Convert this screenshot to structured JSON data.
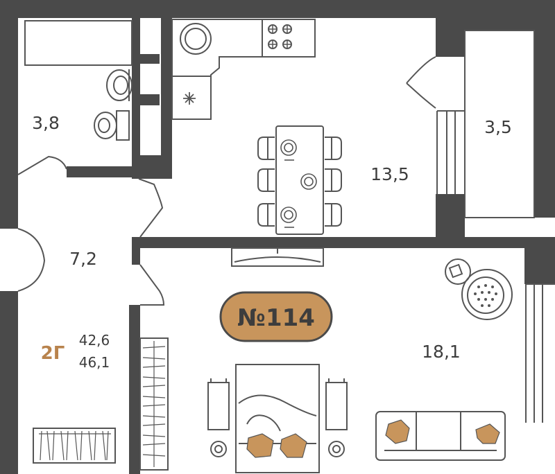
{
  "plan": {
    "apartment_number": "№114",
    "type_label": "2Г",
    "area_living": "42,6",
    "area_total": "46,1",
    "rooms": [
      {
        "id": "bathroom",
        "area": "3,8"
      },
      {
        "id": "balcony",
        "area": "3,5"
      },
      {
        "id": "kitchen",
        "area": "13,5"
      },
      {
        "id": "hall",
        "area": "7,2"
      },
      {
        "id": "bedroom",
        "area": "18,1"
      }
    ]
  },
  "colors": {
    "wall": "#4a4a4a",
    "line": "#555555",
    "accent": "#b8834d",
    "badge_fill": "#c8955c",
    "pillow": "#c8955c",
    "background": "#ffffff"
  }
}
